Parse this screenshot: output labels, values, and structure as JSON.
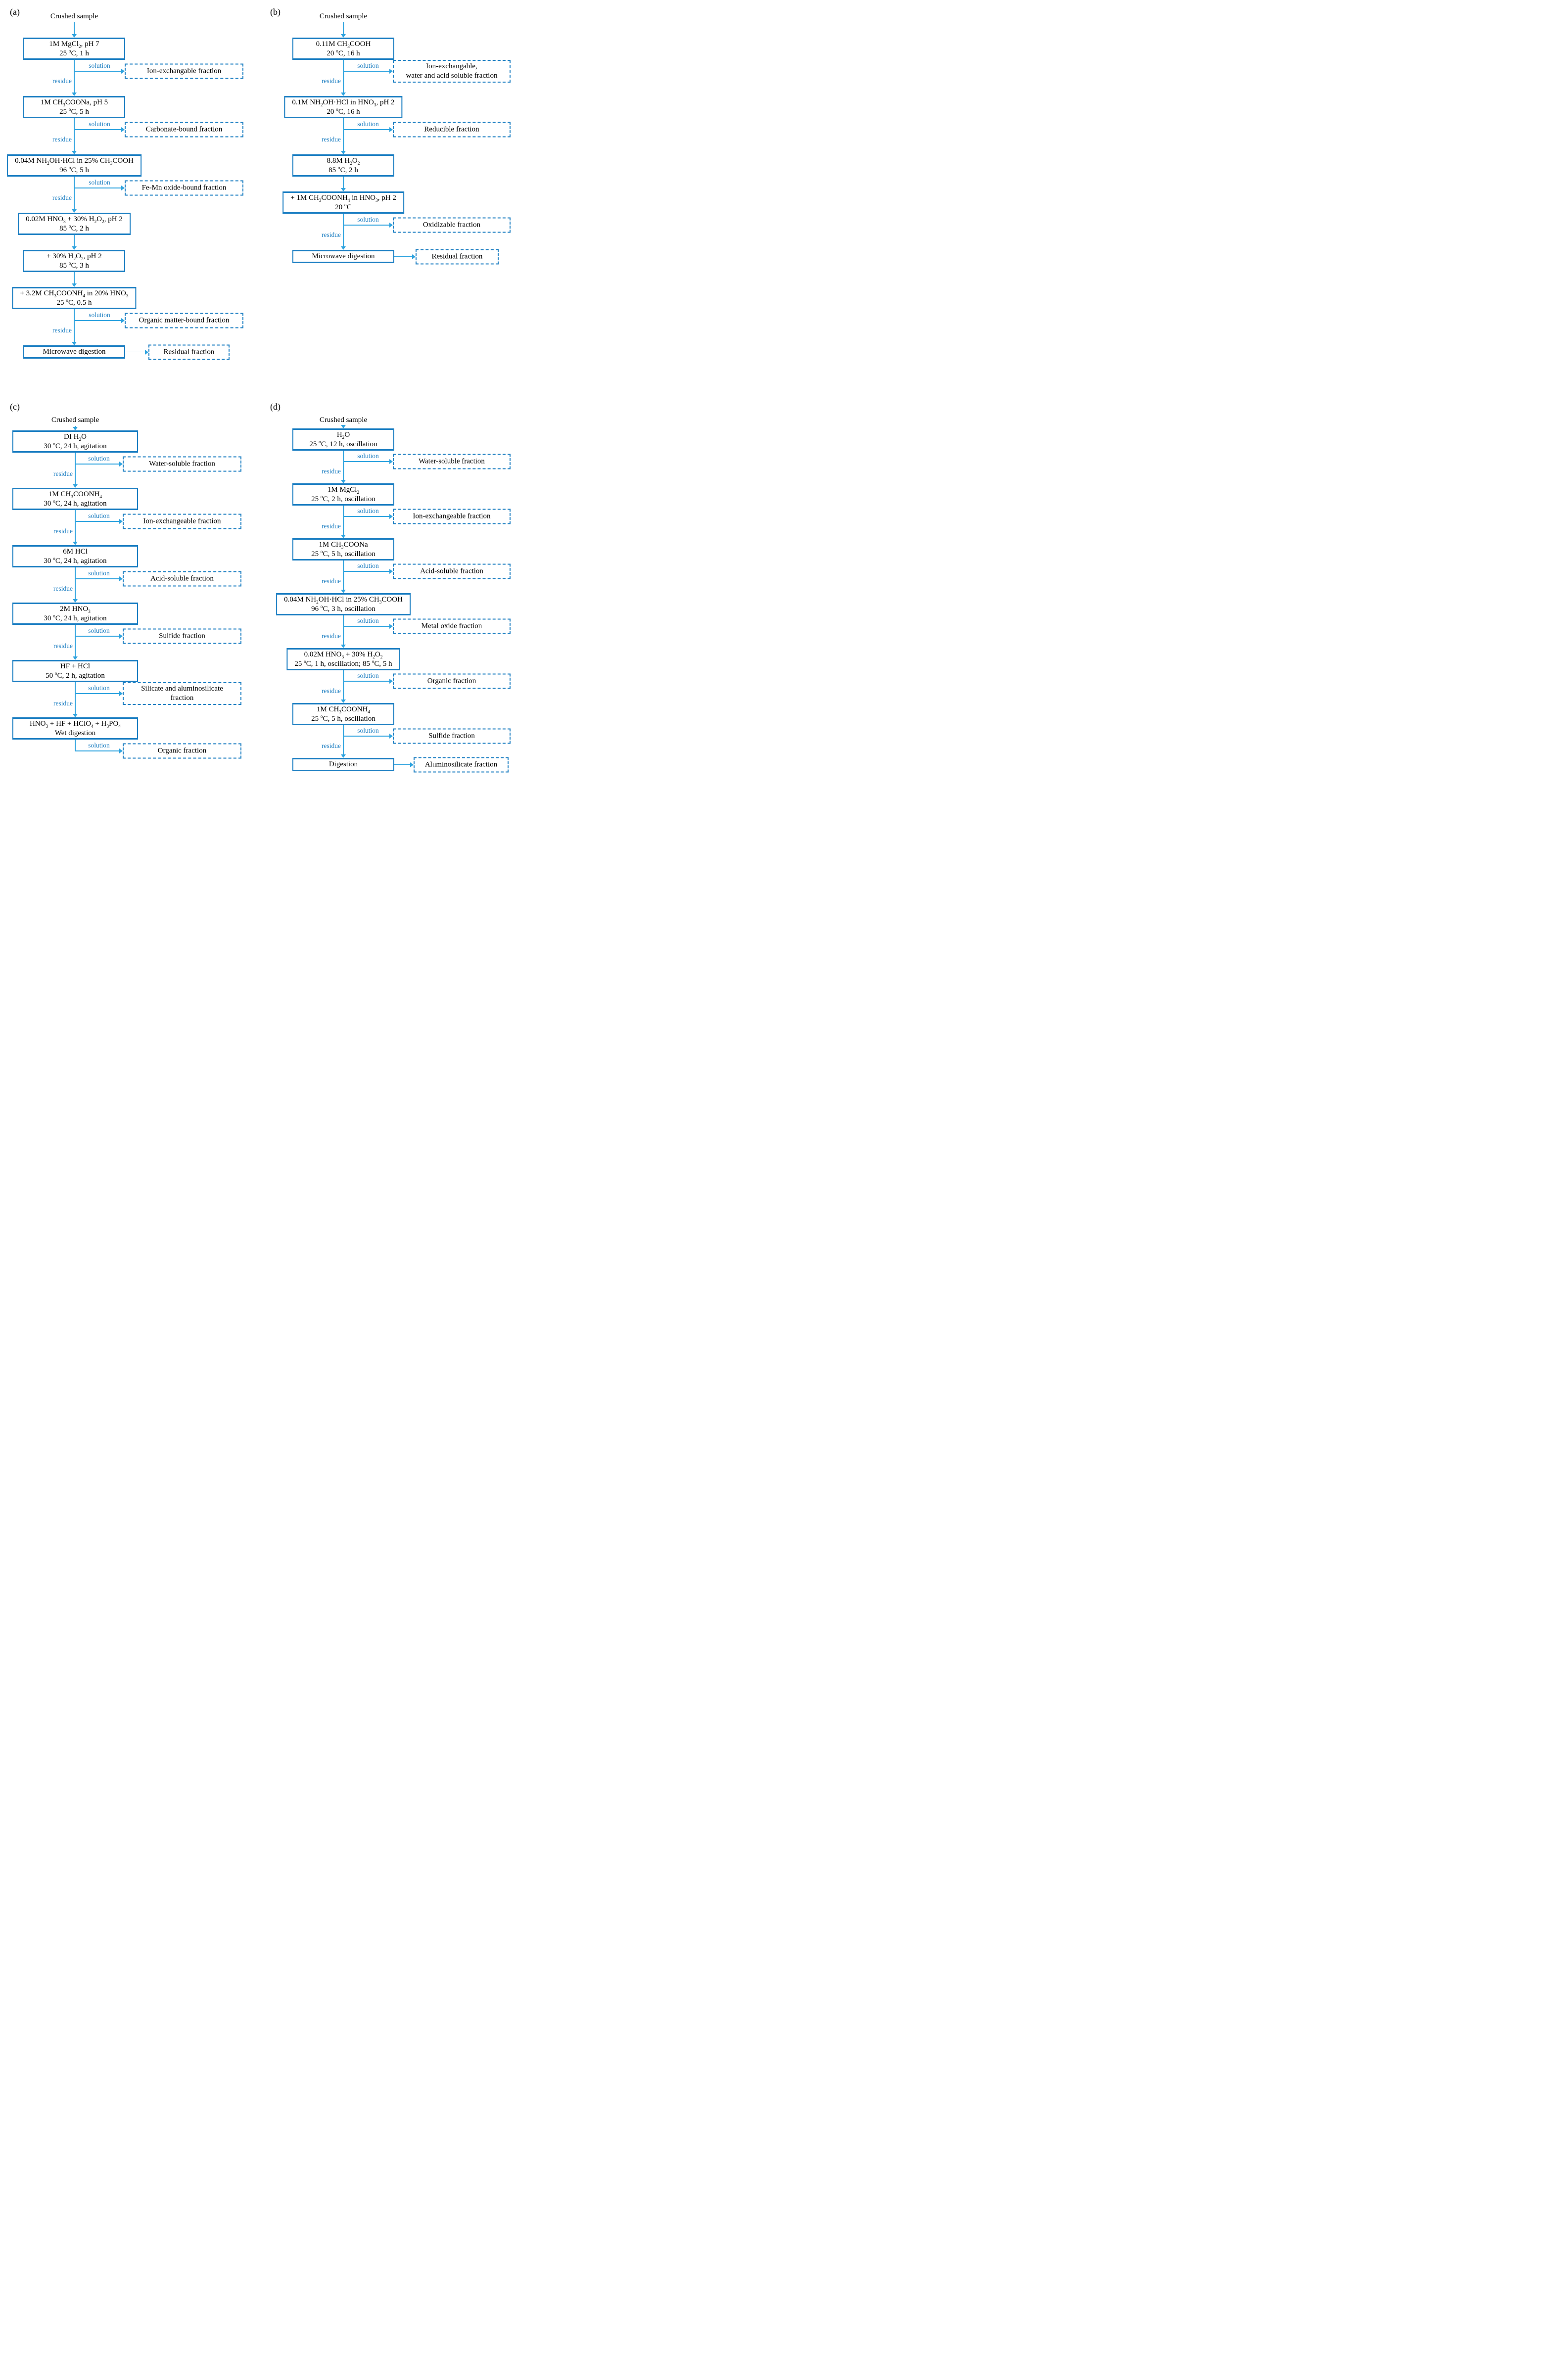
{
  "figure": {
    "type": "flowchart",
    "description": "Sequential extraction procedures"
  },
  "colors": {
    "box_border": "#1b7ec2",
    "arrow_line": "#2ea3df",
    "flow_label": "#1e7fc2",
    "text": "#000000",
    "background": "#ffffff"
  },
  "labels": {
    "solution": "solution",
    "residue": "residue"
  },
  "panels": [
    {
      "label": "(a)",
      "source": "Crushed sample",
      "steps": [
        {
          "box": [
            "1M MgCl~2~, pH 7",
            "25 ^o^C, 1 h"
          ],
          "branch": "solution",
          "fraction": [
            "Ion-exchangable fraction"
          ]
        },
        {
          "box": [
            "1M CH~3~COONa, pH 5",
            "25 ^o^C, 5 h"
          ],
          "branch": "solution",
          "fraction": [
            "Carbonate-bound fraction"
          ]
        },
        {
          "box": [
            "0.04M NH~2~OH·HCl in 25% CH~3~COOH",
            "96 ^o^C, 5 h"
          ],
          "branch": "solution",
          "fraction": [
            "Fe-Mn oxide-bound fraction"
          ]
        },
        {
          "box": [
            "0.02M HNO~3~ + 30% H~2~O~2~, pH 2",
            "85 ^o^C, 2 h"
          ],
          "branch": "direct"
        },
        {
          "box": [
            "+ 30% H~2~O~2~, pH 2",
            "85 ^o^C, 3 h"
          ],
          "branch": "direct"
        },
        {
          "box": [
            "+ 3.2M CH~3~COONH~4~ in 20% HNO~3~",
            "25 ^o^C, 0.5 h"
          ],
          "branch": "solution",
          "fraction": [
            "Organic matter-bound fraction"
          ]
        },
        {
          "box": [
            "Microwave digestion"
          ],
          "branch": "final",
          "fraction": [
            "Residual fraction"
          ]
        }
      ]
    },
    {
      "label": "(b)",
      "source": "Crushed sample",
      "steps": [
        {
          "box": [
            "0.11M CH~3~COOH",
            "20 ^o^C, 16 h"
          ],
          "branch": "solution",
          "fraction": [
            "Ion-exchangable,",
            "water and acid soluble fraction"
          ]
        },
        {
          "box": [
            "0.1M NH~2~OH·HCl in HNO~3~, pH 2",
            "20 ^o^C, 16 h"
          ],
          "branch": "solution",
          "fraction": [
            "Reducible fraction"
          ]
        },
        {
          "box": [
            "8.8M H~2~O~2~",
            "85 ^o^C, 2 h"
          ],
          "branch": "direct"
        },
        {
          "box": [
            "+ 1M CH~3~COONH~4~ in HNO~3~, pH 2",
            "20 ^o^C"
          ],
          "branch": "solution",
          "fraction": [
            "Oxidizable fraction"
          ]
        },
        {
          "box": [
            "Microwave digestion"
          ],
          "branch": "final",
          "fraction": [
            "Residual fraction"
          ]
        }
      ]
    },
    {
      "label": "(c)",
      "source": "Crushed sample",
      "steps": [
        {
          "box": [
            "DI H~2~O",
            "30 ^o^C, 24 h, agitation"
          ],
          "branch": "solution",
          "fraction": [
            "Water-soluble fraction"
          ]
        },
        {
          "box": [
            "1M CH~3~COONH~4~",
            "30 ^o^C, 24 h, agitation"
          ],
          "branch": "solution",
          "fraction": [
            "Ion-exchangeable fraction"
          ]
        },
        {
          "box": [
            "6M HCl",
            "30 ^o^C, 24 h, agitation"
          ],
          "branch": "solution",
          "fraction": [
            "Acid-soluble fraction"
          ]
        },
        {
          "box": [
            "2M HNO~3~",
            "30 ^o^C, 24 h, agitation"
          ],
          "branch": "solution",
          "fraction": [
            "Sulfide fraction"
          ]
        },
        {
          "box": [
            "HF + HCl",
            "50 ^o^C, 2 h, agitation"
          ],
          "branch": "solution",
          "fraction": [
            "Silicate and aluminosilicate",
            "fraction"
          ]
        },
        {
          "box": [
            "HNO~3~ + HF + HClO~4~ + H~3~PO~4~",
            "Wet digestion"
          ],
          "branch": "solution-end",
          "fraction": [
            "Organic fraction"
          ]
        }
      ]
    },
    {
      "label": "(d)",
      "source": "Crushed sample",
      "steps": [
        {
          "box": [
            "H~2~O",
            "25 ^o^C, 12 h, oscillation"
          ],
          "branch": "solution",
          "fraction": [
            "Water-soluble fraction"
          ]
        },
        {
          "box": [
            "1M MgCl~2~",
            "25 ^o^C, 2 h, oscillation"
          ],
          "branch": "solution",
          "fraction": [
            "Ion-exchangeable fraction"
          ]
        },
        {
          "box": [
            "1M CH~3~COONa",
            "25 ^o^C, 5 h, oscillation"
          ],
          "branch": "solution",
          "fraction": [
            "Acid-soluble fraction"
          ]
        },
        {
          "box": [
            "0.04M NH~2~OH·HCl in 25% CH~3~COOH",
            "96 ^o^C, 3 h, oscillation"
          ],
          "branch": "solution",
          "fraction": [
            "Metal oxide fraction"
          ]
        },
        {
          "box": [
            "0.02M HNO~3~ + 30% H~2~O~2~",
            "25 ^o^C, 1 h, oscillation; 85 ^o^C, 5 h"
          ],
          "branch": "solution",
          "fraction": [
            "Organic fraction"
          ]
        },
        {
          "box": [
            "1M CH~3~COONH~4~",
            "25 ^o^C, 5 h, oscillation"
          ],
          "branch": "solution",
          "fraction": [
            "Sulfide fraction"
          ]
        },
        {
          "box": [
            "Digestion"
          ],
          "branch": "final",
          "fraction": [
            "Aluminosilicate fraction"
          ]
        }
      ]
    }
  ]
}
